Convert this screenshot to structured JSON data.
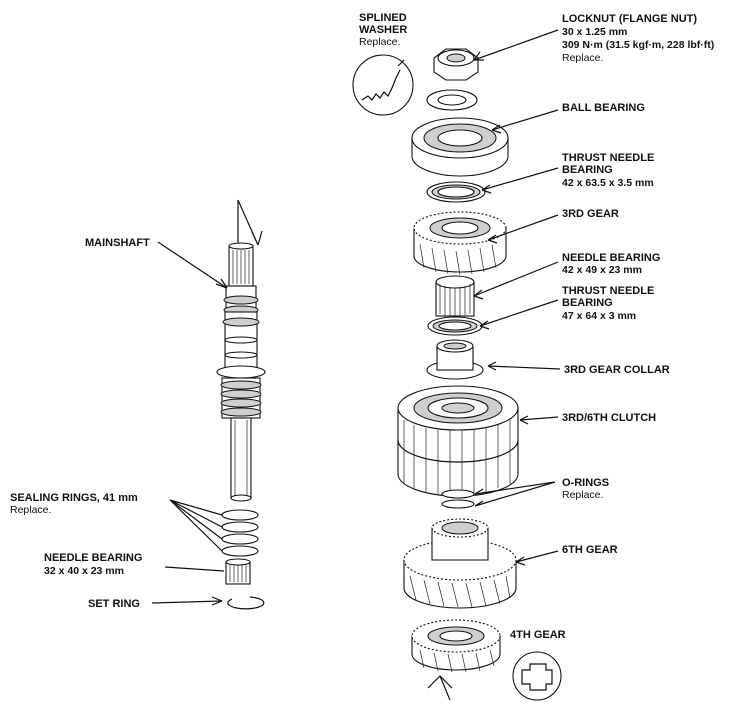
{
  "labels": {
    "splined_washer": {
      "title1": "SPLINED",
      "title2": "WASHER",
      "note": "Replace."
    },
    "locknut": {
      "title": "LOCKNUT (FLANGE NUT)",
      "spec1": "30 x 1.25 mm",
      "spec2": "309 N·m (31.5 kgf·m, 228 lbf·ft)",
      "note": "Replace."
    },
    "ball_bearing": {
      "title": "BALL BEARING"
    },
    "thrust_needle_bearing_1": {
      "title1": "THRUST NEEDLE",
      "title2": "BEARING",
      "spec": "42 x 63.5 x 3.5 mm"
    },
    "third_gear": {
      "title": "3RD GEAR"
    },
    "needle_bearing_1": {
      "title": "NEEDLE BEARING",
      "spec": "42 x 49 x 23 mm"
    },
    "thrust_needle_bearing_2": {
      "title1": "THRUST NEEDLE",
      "title2": "BEARING",
      "spec": "47 x 64 x 3 mm"
    },
    "third_gear_collar": {
      "title": "3RD GEAR COLLAR"
    },
    "clutch": {
      "title": "3RD/6TH CLUTCH"
    },
    "o_rings": {
      "title": "O-RINGS",
      "note": "Replace."
    },
    "sixth_gear": {
      "title": "6TH GEAR"
    },
    "fourth_gear": {
      "title": "4TH GEAR"
    },
    "mainshaft": {
      "title": "MAINSHAFT"
    },
    "sealing_rings": {
      "title": "SEALING RINGS, 41 mm",
      "note": "Replace."
    },
    "needle_bearing_2": {
      "title": "NEEDLE BEARING",
      "spec": "32 x 40 x 23 mm"
    },
    "set_ring": {
      "title": "SET RING"
    }
  }
}
